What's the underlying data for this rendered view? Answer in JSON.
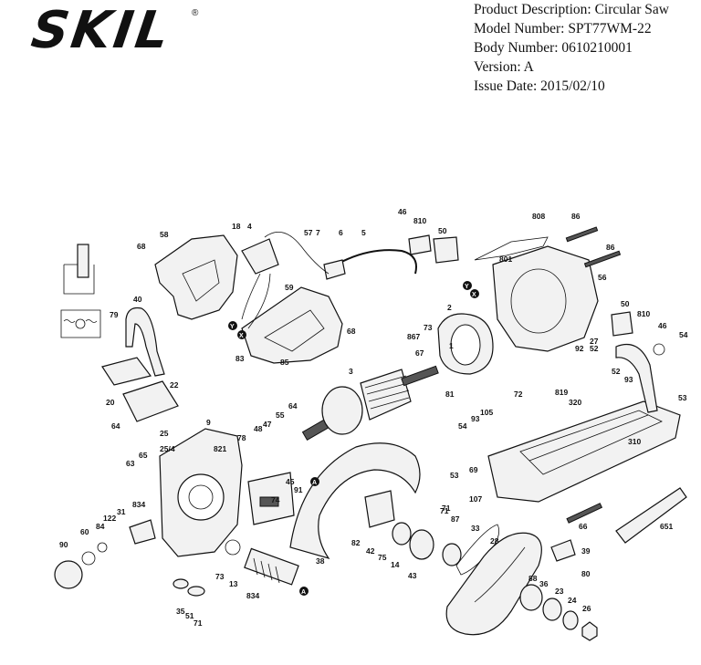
{
  "header": {
    "brand": "SKIL",
    "product_line": "Product Description: Circular Saw",
    "model_line": "Model Number: SPT77WM-22",
    "body_line": "Body Number: 0610210001",
    "version_line": "Version: A",
    "issue_line": "Issue Date: 2015/02/10"
  },
  "labels": [
    "18",
    "4",
    "57",
    "7",
    "6",
    "5",
    "46",
    "810",
    "50",
    "808",
    "86",
    "58",
    "68",
    "801",
    "86",
    "56",
    "59",
    "40",
    "79",
    "2",
    "867",
    "73",
    "67",
    "50",
    "810",
    "46",
    "54",
    "27",
    "92",
    "52",
    "52",
    "93",
    "53",
    "68",
    "83",
    "85",
    "3",
    "81",
    "20",
    "22",
    "64",
    "72",
    "819",
    "320",
    "64",
    "55",
    "54",
    "93",
    "105",
    "9",
    "25",
    "47",
    "48",
    "78",
    "25/4",
    "821",
    "65",
    "63",
    "69",
    "53",
    "310",
    "107",
    "66",
    "651",
    "91",
    "45",
    "74",
    "84",
    "122",
    "31",
    "834",
    "60",
    "90",
    "73",
    "13",
    "834",
    "35",
    "51",
    "71",
    "82",
    "42",
    "75",
    "14",
    "43",
    "71",
    "87",
    "33",
    "28",
    "39",
    "80",
    "88",
    "36",
    "23",
    "24",
    "26",
    "38",
    "71",
    "1"
  ],
  "markers": [
    "Y",
    "X",
    "Y",
    "X",
    "A",
    "A"
  ]
}
